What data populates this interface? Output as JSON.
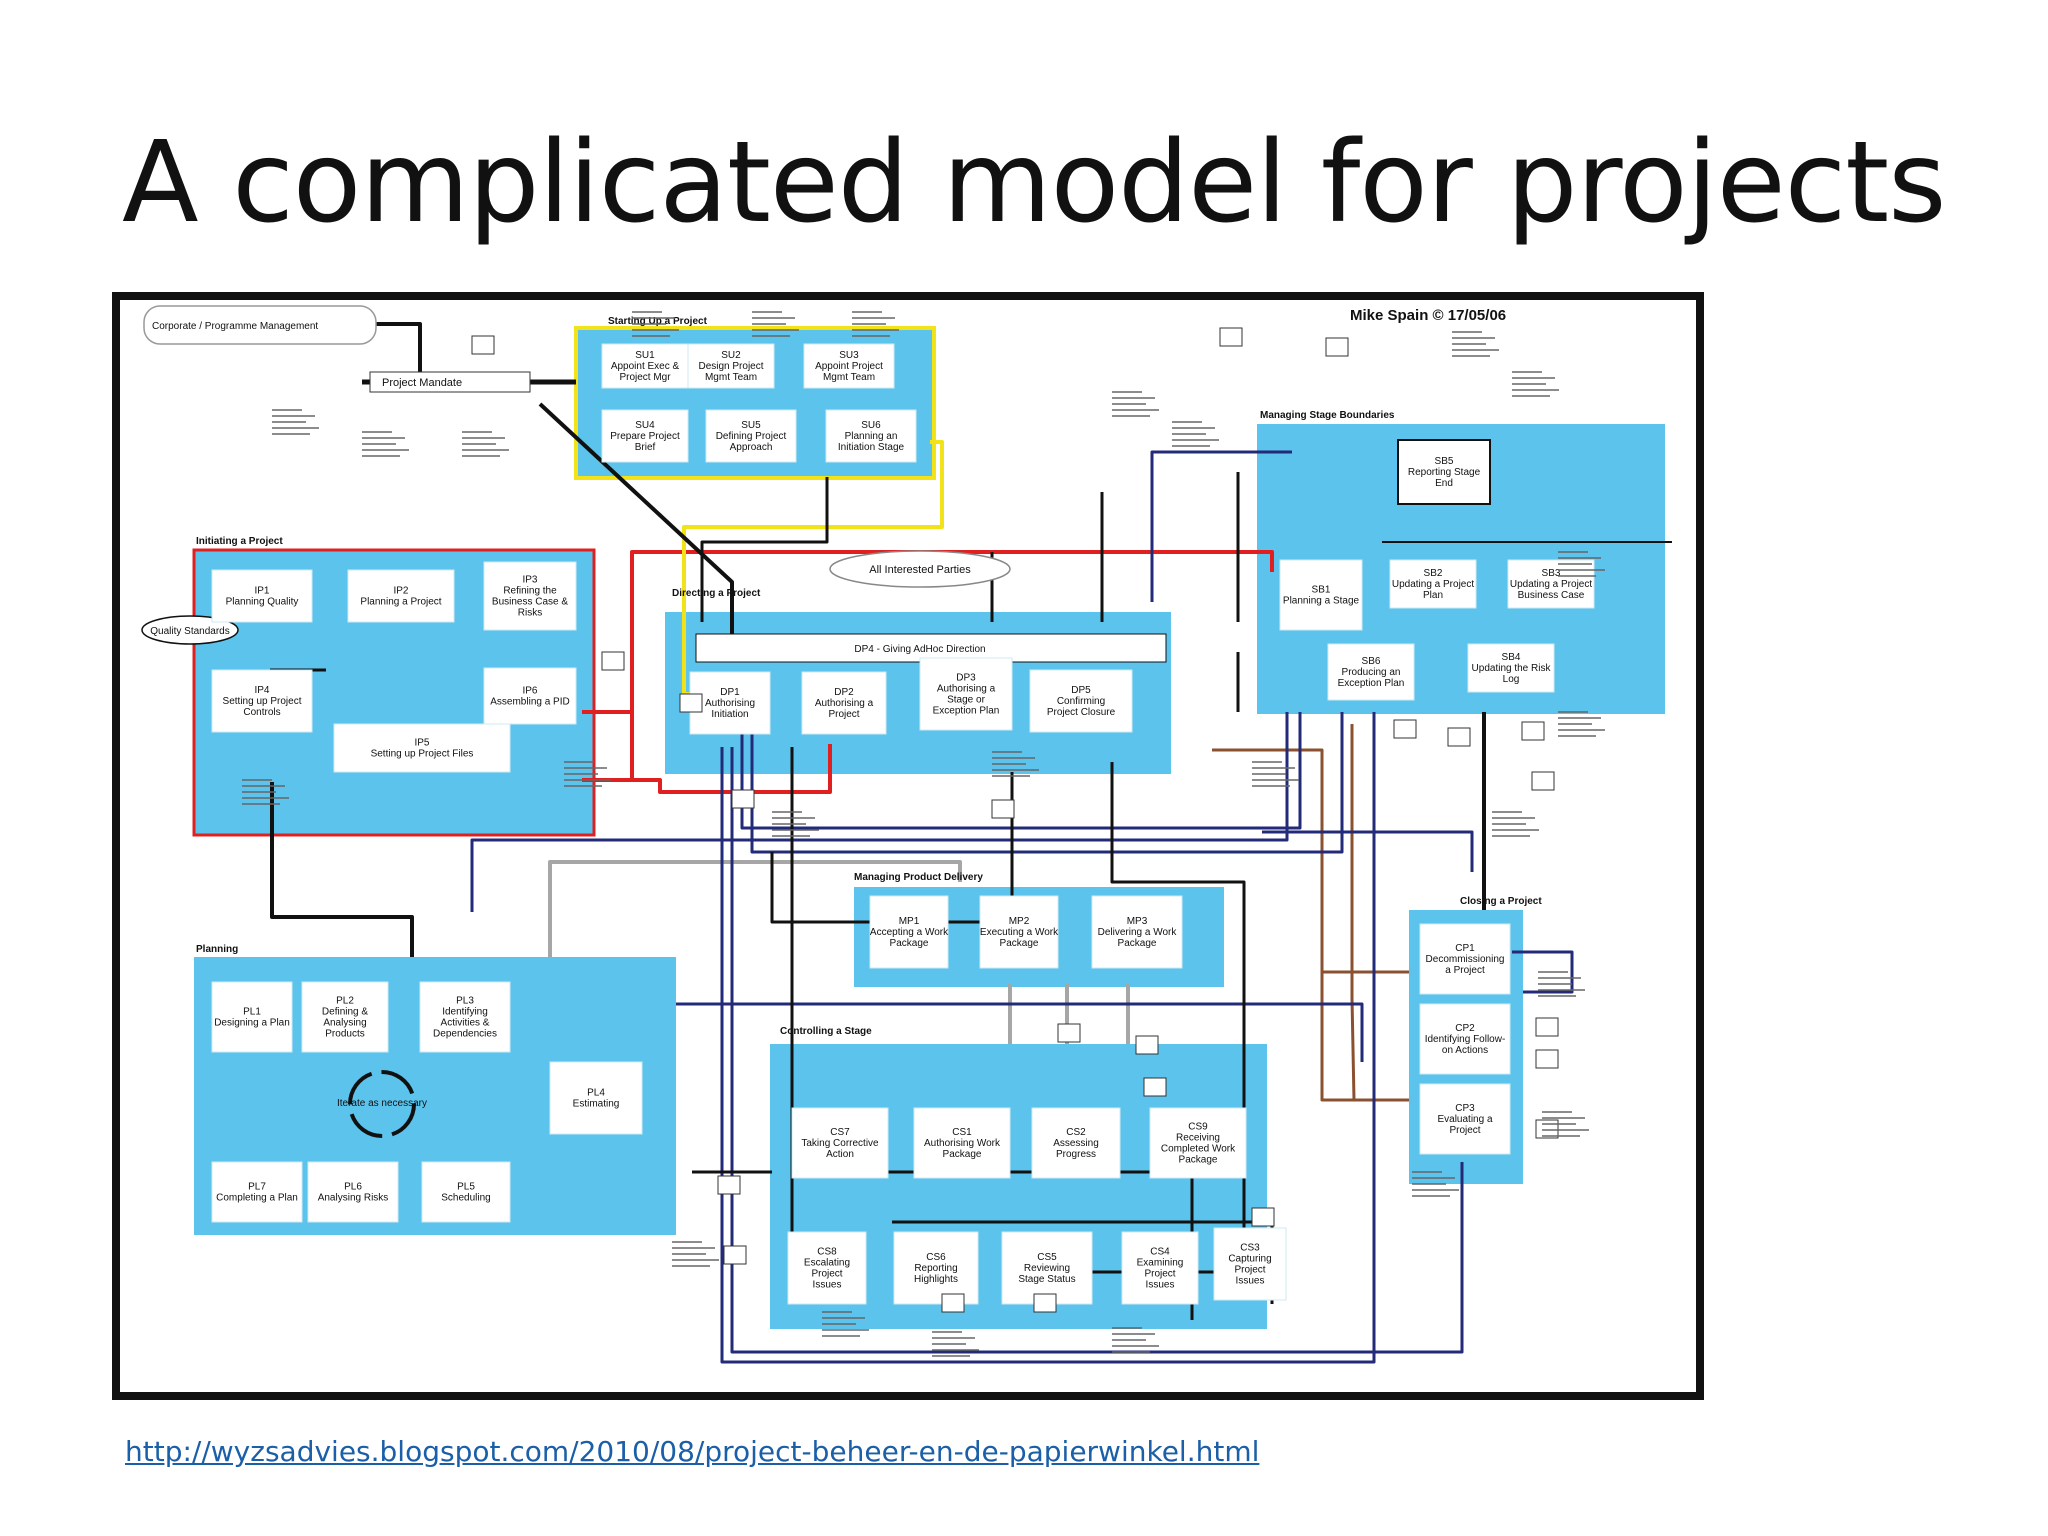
{
  "title": "A complicated model for projects",
  "link": "http://wyzsadvies.blogspot.com/2010/08/project-beheer-en-de-papierwinkel.html",
  "diagram": {
    "author": "Mike Spain © 17/05/06",
    "corporate": "Corporate / Programme Management",
    "project_mandate": "Project Mandate",
    "quality_standards": "Quality Standards",
    "interested_parties": "All Interested Parties",
    "dp4": "DP4 - Giving AdHoc Direction",
    "iterate": "Iterate as necessary",
    "groups": {
      "su": "Starting Up a Project",
      "ip": "Initiating a Project",
      "dp": "Directing a Project",
      "sb": "Managing Stage Boundaries",
      "mp": "Managing Product Delivery",
      "pl": "Planning",
      "cs": "Controlling a Stage",
      "cp": "Closing a Project"
    },
    "processes": {
      "su1": [
        "SU1",
        "Appoint Exec &",
        "Project Mgr"
      ],
      "su2": [
        "SU2",
        "Design Project",
        "Mgmt Team"
      ],
      "su3": [
        "SU3",
        "Appoint Project",
        "Mgmt Team"
      ],
      "su4": [
        "SU4",
        "Prepare Project",
        "Brief"
      ],
      "su5": [
        "SU5",
        "Defining Project",
        "Approach"
      ],
      "su6": [
        "SU6",
        "Planning an",
        "Initiation Stage"
      ],
      "ip1": [
        "IP1",
        "Planning Quality"
      ],
      "ip2": [
        "IP2",
        "Planning a Project"
      ],
      "ip3": [
        "IP3",
        "Refining the",
        "Business Case &",
        "Risks"
      ],
      "ip4": [
        "IP4",
        "Setting up Project",
        "Controls"
      ],
      "ip5": [
        "IP5",
        "Setting up Project Files"
      ],
      "ip6": [
        "IP6",
        "Assembling a PID"
      ],
      "dp1": [
        "DP1",
        "Authorising",
        "Initiation"
      ],
      "dp2": [
        "DP2",
        "Authorising a",
        "Project"
      ],
      "dp3": [
        "DP3",
        "Authorising a",
        "Stage or",
        "Exception Plan"
      ],
      "dp5": [
        "DP5",
        "Confirming",
        "Project Closure"
      ],
      "sb1": [
        "SB1",
        "Planning a Stage"
      ],
      "sb2": [
        "SB2",
        "Updating a Project",
        "Plan"
      ],
      "sb3": [
        "SB3",
        "Updating a Project",
        "Business Case"
      ],
      "sb4": [
        "SB4",
        "Updating the Risk",
        "Log"
      ],
      "sb5": [
        "SB5",
        "Reporting Stage",
        "End"
      ],
      "sb6": [
        "SB6",
        "Producing an",
        "Exception Plan"
      ],
      "mp1": [
        "MP1",
        "Accepting a Work",
        "Package"
      ],
      "mp2": [
        "MP2",
        "Executing a Work",
        "Package"
      ],
      "mp3": [
        "MP3",
        "Delivering a Work",
        "Package"
      ],
      "pl1": [
        "PL1",
        "Designing a Plan"
      ],
      "pl2": [
        "PL2",
        "Defining &",
        "Analysing",
        "Products"
      ],
      "pl3": [
        "PL3",
        "Identifying",
        "Activities &",
        "Dependencies"
      ],
      "pl4": [
        "PL4",
        "Estimating"
      ],
      "pl5": [
        "PL5",
        "Scheduling"
      ],
      "pl6": [
        "PL6",
        "Analysing Risks"
      ],
      "pl7": [
        "PL7",
        "Completing a Plan"
      ],
      "cs1": [
        "CS1",
        "Authorising Work",
        "Package"
      ],
      "cs2": [
        "CS2",
        "Assessing",
        "Progress"
      ],
      "cs3": [
        "CS3",
        "Capturing",
        "Project",
        "Issues"
      ],
      "cs4": [
        "CS4",
        "Examining",
        "Project",
        "Issues"
      ],
      "cs5": [
        "CS5",
        "Reviewing",
        "Stage Status"
      ],
      "cs6": [
        "CS6",
        "Reporting",
        "Highlights"
      ],
      "cs7": [
        "CS7",
        "Taking Corrective",
        "Action"
      ],
      "cs8": [
        "CS8",
        "Escalating",
        "Project",
        "Issues"
      ],
      "cs9": [
        "CS9",
        "Receiving",
        "Completed Work",
        "Package"
      ],
      "cp1": [
        "CP1",
        "Decommissioning",
        "a Project"
      ],
      "cp2": [
        "CP2",
        "Identifying Follow-",
        "on Actions"
      ],
      "cp3": [
        "CP3",
        "Evaluating a",
        "Project"
      ]
    },
    "colors": {
      "group_fill": "#5bc3ec",
      "box_fill": "#ffffff",
      "red": "#e02020",
      "yellow": "#f2e21a",
      "navy": "#232a78",
      "brown": "#8a5030",
      "grey": "#a6a6a6",
      "black": "#111111"
    }
  }
}
